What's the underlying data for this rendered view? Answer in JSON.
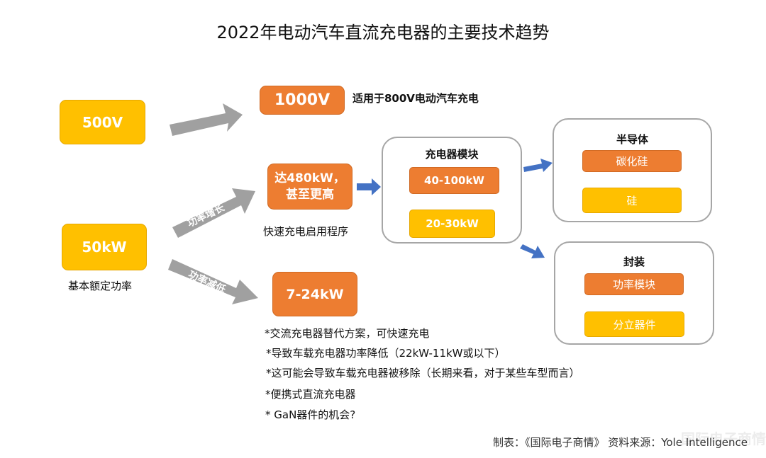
{
  "title": "2022年电动汽车直流充电器的主要技术趋势",
  "left": {
    "v500": "500V",
    "kw50": "50kW",
    "kw50_caption": "基本额定功率"
  },
  "middle": {
    "v1000": "1000V",
    "v1000_note": "适用于800V电动汽车充电",
    "kw480_line1": "达480kW，",
    "kw480_line2": "甚至更高",
    "kw480_caption": "快速充电启用程序",
    "kw7_24": "7-24kW"
  },
  "arrow_labels": {
    "power_up": "功率增长",
    "power_down": "功率减低"
  },
  "module_panel": {
    "title": "充电器模块",
    "top": "40-100kW",
    "bottom": "20-30kW"
  },
  "semi_panel": {
    "title": "半导体",
    "top": "碳化硅",
    "bottom": "硅"
  },
  "package_panel": {
    "title": "封装",
    "top": "功率模块",
    "bottom": "分立器件"
  },
  "bullets": [
    "*交流充电器替代方案，可快速充电",
    "*导致车载充电器功率降低（22kW-11kW或以下）",
    "*这可能会导致车载充电器被移除（长期来看，对于某些车型而言）",
    "*便携式直流充电器",
    "* GaN器件的机会?"
  ],
  "footer": "制表：《国际电子商情》 资料来源：Yole Intelligence",
  "watermark": "国际电子商情",
  "colors": {
    "yellow": "#FFC000",
    "orange": "#ED7D31",
    "gray_arrow": "#A0A0A0",
    "blue_arrow": "#4472C4",
    "panel_border": "#A6A6A6"
  }
}
